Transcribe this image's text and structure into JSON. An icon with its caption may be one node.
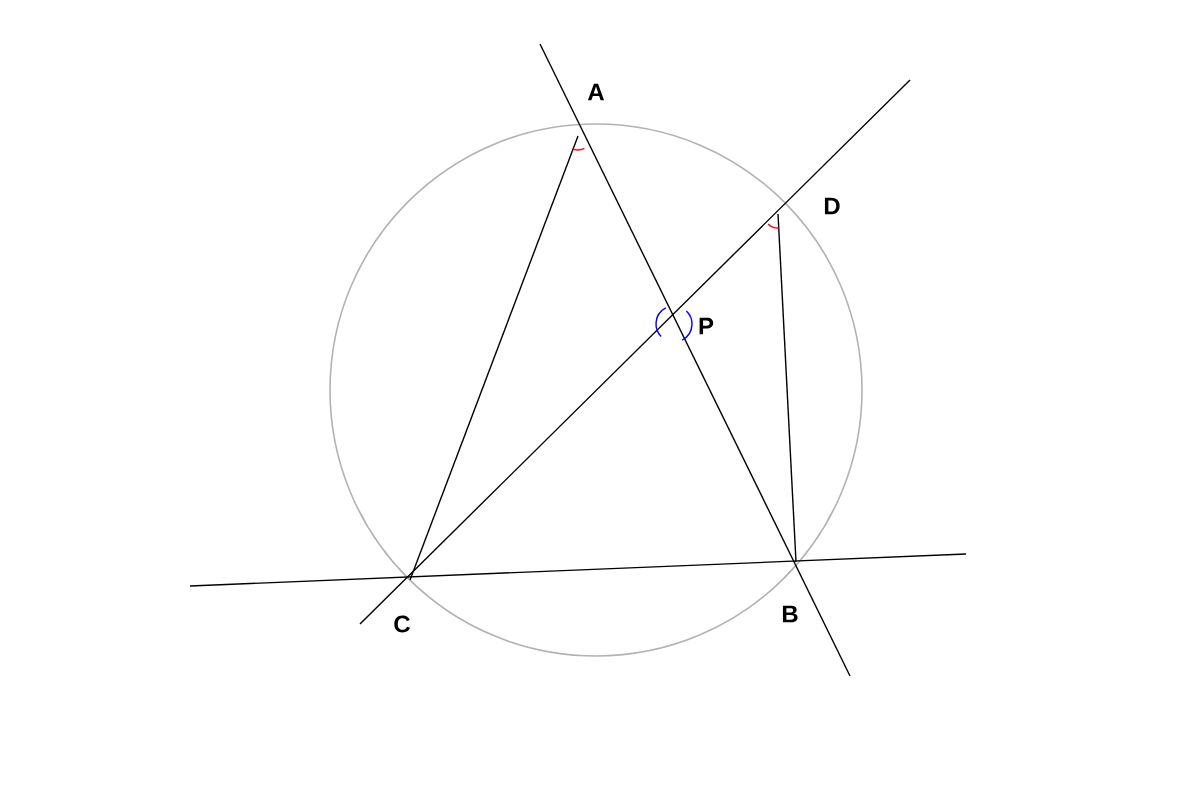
{
  "diagram": {
    "labels": [
      "A",
      "D",
      "P",
      "B",
      "C"
    ]
  }
}
